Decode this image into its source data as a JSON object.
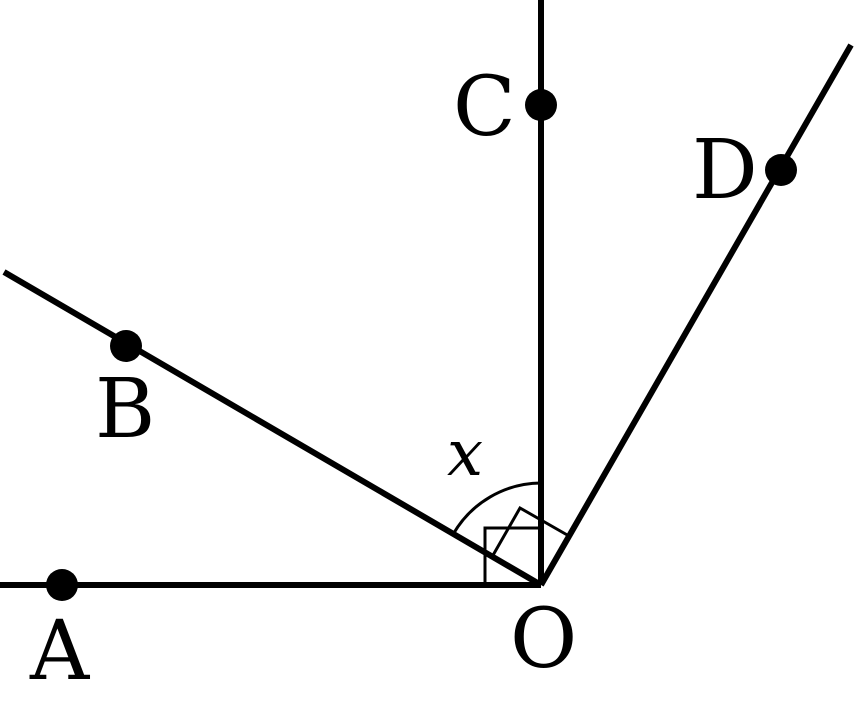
{
  "diagram": {
    "points": {
      "A": "A",
      "B": "B",
      "C": "C",
      "D": "D",
      "O": "O"
    },
    "angle_label": "x",
    "right_angles": [
      "AOC",
      "BOD"
    ],
    "colors": {
      "ink": "#000000",
      "background": "#ffffff"
    }
  }
}
